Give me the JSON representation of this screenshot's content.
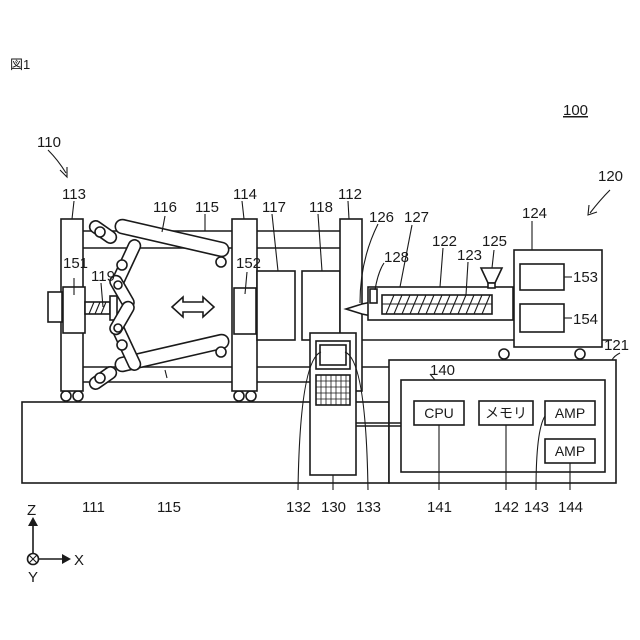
{
  "figure_label": "図1",
  "machine_ref": "100",
  "refs": {
    "r110": "110",
    "r113": "113",
    "r116": "116",
    "r115_top": "115",
    "r114": "114",
    "r117": "117",
    "r118": "118",
    "r112": "112",
    "r126": "126",
    "r127": "127",
    "r124": "124",
    "r120": "120",
    "r151": "151",
    "r119": "119",
    "r152": "152",
    "r128": "128",
    "r122": "122",
    "r123": "123",
    "r125": "125",
    "r153": "153",
    "r154": "154",
    "r121": "121",
    "r140": "140",
    "r111": "111",
    "r115_bot": "115",
    "r132": "132",
    "r130": "130",
    "r133": "133",
    "r141": "141",
    "r142": "142",
    "r143": "143",
    "r144": "144"
  },
  "controller_boxes": {
    "cpu": "CPU",
    "memory": "メモリ",
    "amp1": "AMP",
    "amp2": "AMP"
  },
  "axes": {
    "z": "Z",
    "x": "X",
    "y": "Y"
  }
}
